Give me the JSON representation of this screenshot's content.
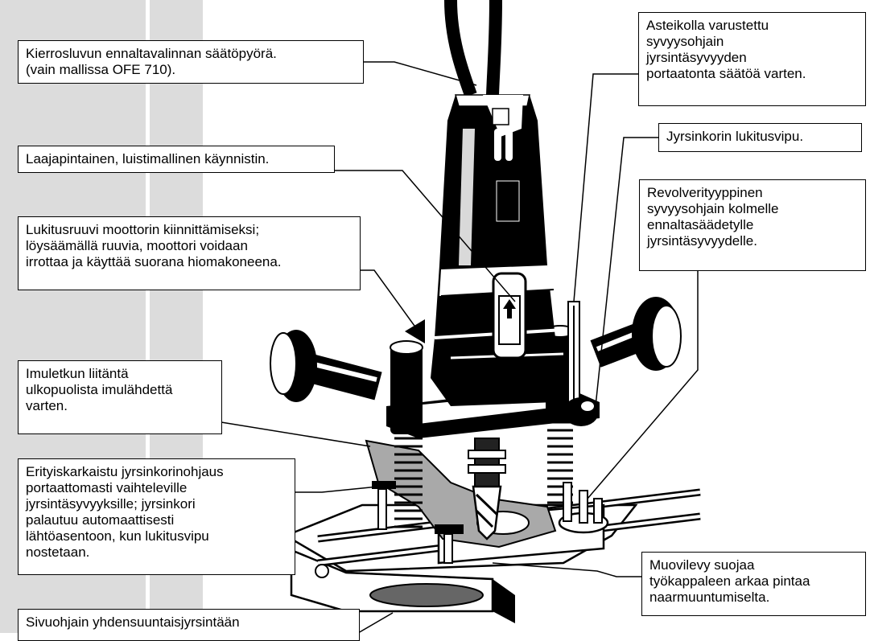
{
  "callouts": {
    "speed_wheel": "Kierrosluvun ennaltavalinnan säätöpyörä.\n(vain mallissa OFE 710).",
    "switch": "Laajapintainen, luistimallinen käynnistin.",
    "locking_screw": "Lukitusruuvi moottorin kiinnittämiseksi;\nlöysäämällä ruuvia, moottori voidaan\nirrottaa ja käyttää suorana hiomakoneena.",
    "dust_port": "Imuletkun liitäntä\nulkopuolista imulähdettä\nvarten.",
    "guide_columns": "Erityiskarkaistu jyrsinkorinohjaus\nportaattomasti vaihteleville\njyrsintäsyvyyksille; jyrsinkori\npalautuu automaattisesti\nlähtöasentoon, kun lukitusvipu\nnostetaan.",
    "side_guide": "Sivuohjain yhdensuuntaisjyrsintään",
    "depth_scale": "Asteikolla varustettu\nsyvyysohjain\njyrsintäsyvyyden\nportaatonta säätöä varten.",
    "lock_lever": "Jyrsinkorin lukitusvipu.",
    "revolver_stop": "Revolverityyppinen\nsyvyysohjain kolmelle\nennaltasäädetylle\njyrsintäsyvyydelle.",
    "plastic_plate": "Muovilevy suojaa\ntyökappaleen arkaa pintaa\nnaarmuuntumiselta."
  },
  "colors": {
    "ink": "#000000",
    "panel": "#dcdcdc",
    "shade": "#a9a9a9"
  }
}
